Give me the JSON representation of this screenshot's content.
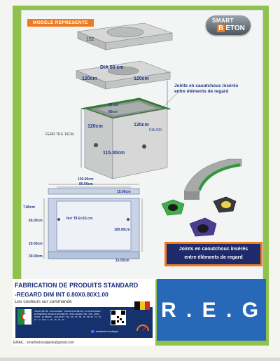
{
  "badge": "MODELE REPRESENTE",
  "logo": {
    "line1": "SMART",
    "line2_b": "B",
    "line2_rest": "ETON"
  },
  "dims": {
    "top_152": "152",
    "dia60": "DIA 60 cm",
    "w120a": "120cm",
    "w120b": "120cm",
    "w120c": "120cm",
    "w120d": "120cm",
    "inner80a": "80 cm",
    "inner80b": "80cm",
    "dia200": "DIA 200",
    "ferr": "FERR T8 E 15CM",
    "h115": "115.00cm"
  },
  "note": {
    "line1": "Joints en caoutchouc insérés",
    "line2": "entre éléments de regard"
  },
  "section": {
    "w120": "120.00cm",
    "w80": "80.00cm",
    "r15a": "15.00cm",
    "h780": "7.80cm",
    "h6500": "65.00cm",
    "ferr": "ferr T8 E=15 cm",
    "h100": "100.00cm",
    "h2000": "20.00cm",
    "h3000": "30.00cm",
    "r15b": "15.00cm"
  },
  "joints_box": {
    "line1": "Joints en caoutchouc insérés",
    "line2": "entre éléments de regard"
  },
  "fabrication": "FABRICATION DE PRODUITS STANDARD",
  "regard": "-REGARD DIM INT 0.80X0.80X1.00",
  "couleurs": "Les couleurs sur commande",
  "info_text": "SMART BETON · BOULANGER · TRAVAUX DE BETON · ACTIVE AJACEN · ENTREPRISE TRAVAUX BATIMENTS · BOULANGER CITE · 018 · 20400 · NORD · EL ABIODH · LAGHOUAT · TEL : 06 · 05 · 68 · 49 · 69 / 06 · 71 · 26 · 22 · 14 · FAX : 0 · 26 · 18 · 36 · 26",
  "facebook": "smartbeton boulanger",
  "email": "EMAIL : smartbetonalgerie@gmail.com",
  "reg": "R . E . G",
  "colors": {
    "green": "#8fc24c",
    "orange": "#f07a1e",
    "blue": "#2768b8",
    "navy": "#1b2f7a"
  }
}
